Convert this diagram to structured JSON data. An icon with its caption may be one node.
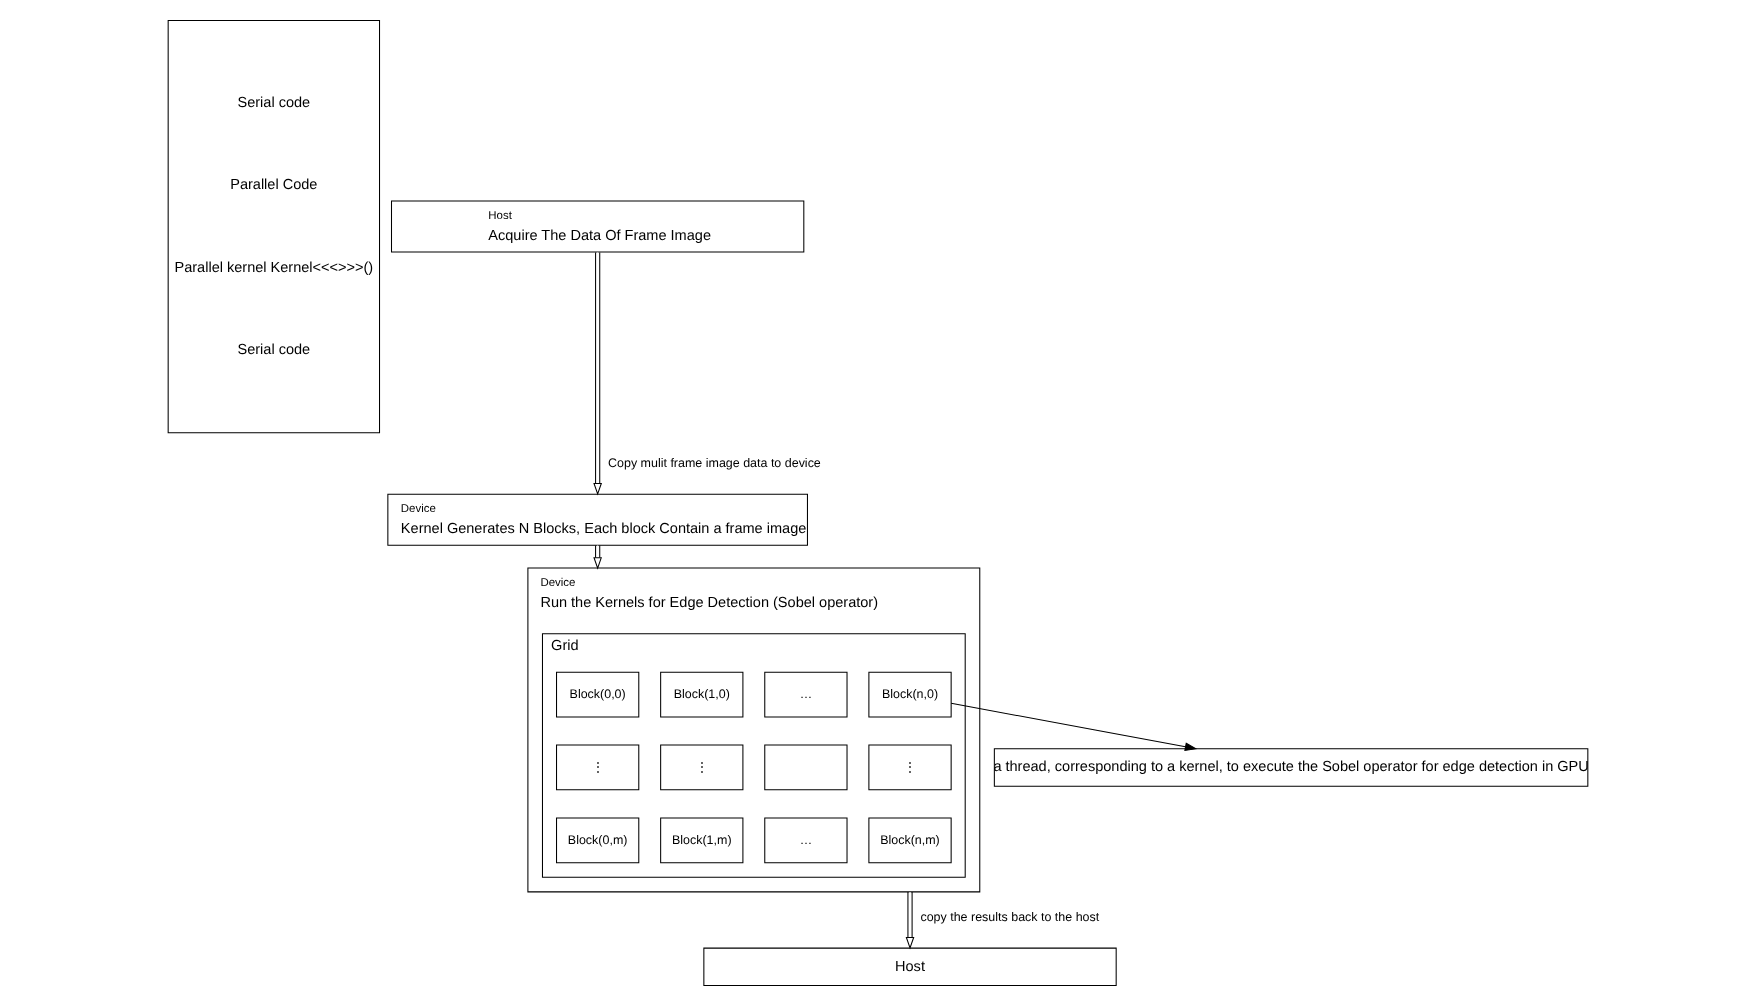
{
  "diagram": {
    "nodes": [
      {
        "text": [
          "Serial code",
          "Parallel Code",
          "Parallel kernel Kernel<<<>>>()",
          "Serial code"
        ]
      },
      {
        "text": [
          "Host",
          "Acquire The Data Of Frame Image"
        ]
      },
      {
        "text": [
          "Device",
          "Kernel Generates N Blocks, Each block Contain a frame image"
        ]
      },
      {
        "text": [
          "Device",
          "Run the Kernels for Edge Detection (Sobel operator)"
        ]
      },
      {
        "text": [
          "Grid"
        ],
        "in": 3
      },
      {
        "text": [
          "Block(0,0)"
        ],
        "in": 4
      },
      {
        "text": [
          "Block(1,0)"
        ],
        "in": 4
      },
      {
        "text": [
          "…"
        ],
        "in": 4
      },
      {
        "text": [
          "Block(n,0)"
        ],
        "in": 4
      },
      {
        "text": [
          "⋮"
        ],
        "in": 4
      },
      {
        "text": [
          "⋮"
        ],
        "in": 4
      },
      {
        "text": [],
        "shape": "box",
        "in": 4
      },
      {
        "text": [
          "⋮"
        ],
        "in": 4
      },
      {
        "text": [
          "Block(0,m)"
        ],
        "in": 4
      },
      {
        "text": [
          "Block(1,m)"
        ],
        "in": 4
      },
      {
        "text": [
          "…"
        ],
        "in": 4
      },
      {
        "text": [
          "Block(n,m)"
        ],
        "in": 4
      },
      {
        "text": [
          "a thread, corresponding to a kernel, to execute the Sobel operator for edge detection in GPU"
        ]
      },
      {
        "text": [
          "Host"
        ]
      }
    ],
    "edges": [
      {
        "from": 1,
        "to": 2,
        "arrow": "to",
        "label": "Copy mulit frame image data to device"
      },
      {
        "from": 2,
        "to": 3,
        "arrow": "to"
      },
      {
        "from": 8,
        "to": 17,
        "arrow": "to"
      },
      {
        "from": 3,
        "to": 18,
        "arrow": "to",
        "label": "copy the results back to the host"
      }
    ]
  }
}
